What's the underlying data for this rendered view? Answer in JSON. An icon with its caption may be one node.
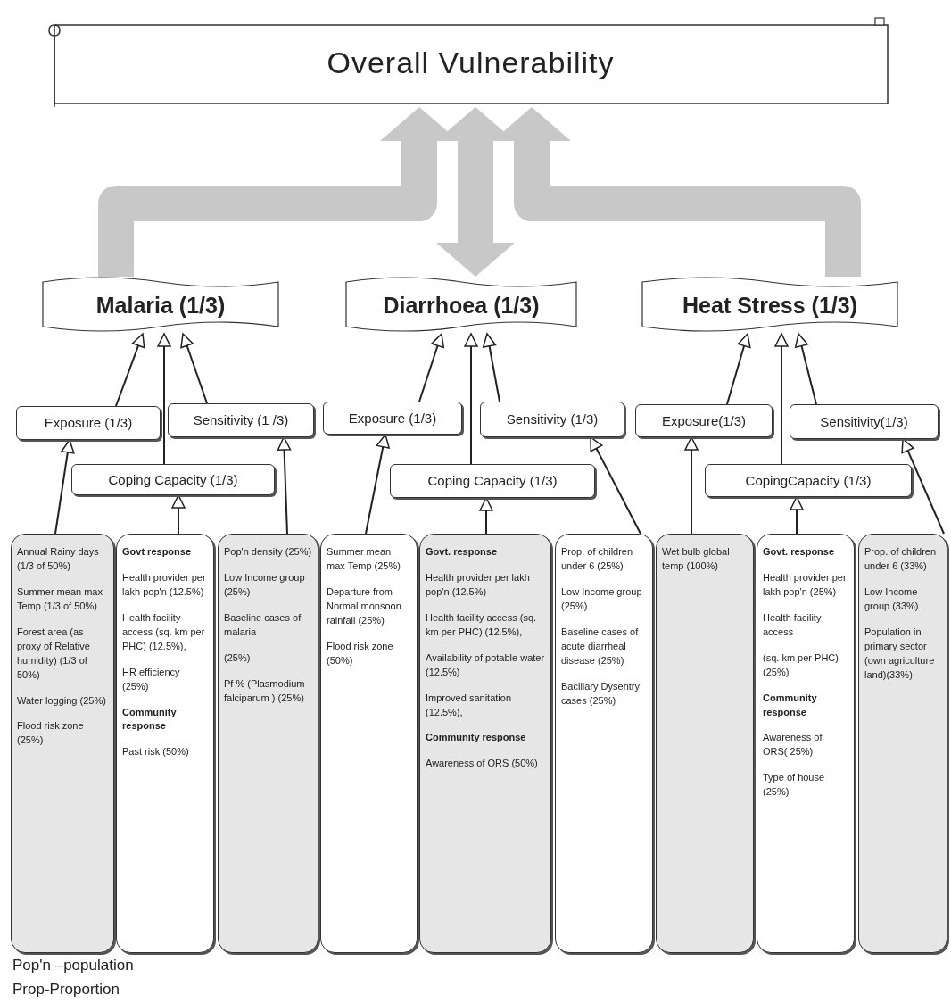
{
  "diagram": {
    "nodes": [
      {
        "text": [
          "Overall Vulnerability"
        ]
      },
      {
        "text": [
          "Malaria (1/3)"
        ]
      },
      {
        "text": [
          "Diarrhoea (1/3)"
        ]
      },
      {
        "text": [
          "Heat Stress (1/3)"
        ]
      },
      {
        "text": [
          "Exposure (1/3)"
        ]
      },
      {
        "text": [
          "Sensitivity (1 /3)"
        ]
      },
      {
        "text": [
          "Coping Capacity (1/3)"
        ]
      },
      {
        "text": [
          "Exposure (1/3)"
        ]
      },
      {
        "text": [
          "Sensitivity (1/3)"
        ]
      },
      {
        "text": [
          "Coping Capacity (1/3)"
        ]
      },
      {
        "text": [
          "Exposure(1/3)"
        ]
      },
      {
        "text": [
          "Sensitivity(1/3)"
        ]
      },
      {
        "text": [
          "CopingCapacity (1/3)"
        ]
      },
      {
        "text": [
          "Annual Rainy days (1/3 of 50%)",
          "Summer mean max Temp (1/3 of 50%)",
          "Forest area (as proxy of Relative humidity) (1/3 of 50%)",
          "Water logging (25%)",
          "Flood risk zone (25%)"
        ]
      },
      {
        "text": [
          "**Govt response**",
          "Health provider per lakh pop'n (12.5%)",
          "Health facility access (sq. km per PHC) (12.5%),",
          "HR efficiency (25%)",
          "**Community response**",
          "Past risk (50%)"
        ]
      },
      {
        "text": [
          "Pop'n density (25%)",
          "Low Income group (25%)",
          "Baseline cases of malaria",
          "(25%)",
          "Pf % (Plasmodium falciparum ) (25%)"
        ]
      },
      {
        "text": [
          "Summer mean max Temp (25%)",
          "Departure from Normal monsoon rainfall (25%)",
          "Flood risk zone (50%)"
        ]
      },
      {
        "text": [
          "**Govt. response**",
          "Health provider per lakh pop'n (12.5%)",
          "Health facility access (sq. km per PHC) (12.5%),",
          "Availability of potable water (12.5%)",
          "Improved sanitation (12.5%),",
          "**Community response**",
          "Awareness of ORS (50%)"
        ]
      },
      {
        "text": [
          "Prop. of children under 6 (25%)",
          "Low Income group (25%)",
          "Baseline cases of acute diarrheal disease (25%)",
          "Bacillary Dysentry cases (25%)"
        ]
      },
      {
        "text": [
          "Wet bulb global temp (100%)"
        ]
      },
      {
        "text": [
          "**Govt. response**",
          "Health provider per lakh pop'n (25%)",
          "Health facility access",
          "(sq. km per PHC)(25%)",
          "**Community response**",
          "Awareness of ORS( 25%)",
          "Type of house (25%)"
        ]
      },
      {
        "text": [
          "Prop. of children under 6 (33%)",
          "Low Income group (33%)",
          "Population in primary sector (own agriculture land)(33%)"
        ]
      }
    ],
    "edges": [
      {
        "from": 1,
        "to": 0,
        "arrow": "to",
        "style": "thick",
        "color": "#c8c8c8"
      },
      {
        "from": 2,
        "to": 0,
        "arrow": "both",
        "style": "thick",
        "color": "#c8c8c8"
      },
      {
        "from": 3,
        "to": 0,
        "arrow": "to",
        "style": "thick",
        "color": "#c8c8c8"
      },
      {
        "from": 4,
        "to": 1,
        "arrow": "to"
      },
      {
        "from": 6,
        "to": 1,
        "arrow": "to"
      },
      {
        "from": 5,
        "to": 1,
        "arrow": "to"
      },
      {
        "from": 7,
        "to": 2,
        "arrow": "to"
      },
      {
        "from": 9,
        "to": 2,
        "arrow": "to"
      },
      {
        "from": 8,
        "to": 2,
        "arrow": "to"
      },
      {
        "from": 10,
        "to": 3,
        "arrow": "to"
      },
      {
        "from": 12,
        "to": 3,
        "arrow": "to"
      },
      {
        "from": 11,
        "to": 3,
        "arrow": "to"
      },
      {
        "from": 13,
        "to": 4,
        "arrow": "to"
      },
      {
        "from": 14,
        "to": 6,
        "arrow": "to"
      },
      {
        "from": 15,
        "to": 5,
        "arrow": "to"
      },
      {
        "from": 16,
        "to": 7,
        "arrow": "to"
      },
      {
        "from": 17,
        "to": 9,
        "arrow": "to"
      },
      {
        "from": 18,
        "to": 8,
        "arrow": "to"
      },
      {
        "from": 19,
        "to": 10,
        "arrow": "to"
      },
      {
        "from": 20,
        "to": 12,
        "arrow": "to"
      },
      {
        "from": 21,
        "to": 11,
        "arrow": "to"
      }
    ],
    "labels": [
      "Pop'n –population",
      "Prop-Proportion"
    ]
  }
}
